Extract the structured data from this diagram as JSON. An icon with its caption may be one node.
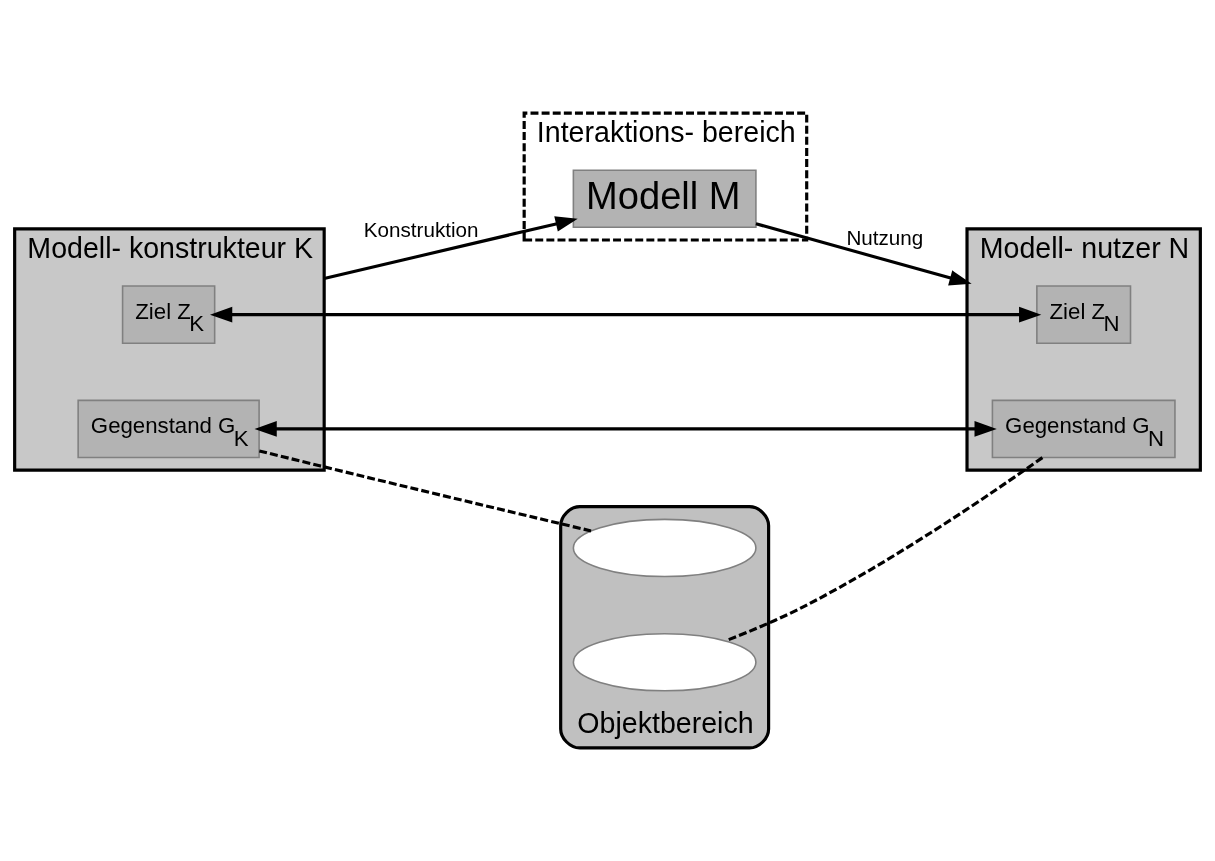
{
  "diagram": {
    "nodes": [
      {
        "text": [
          "Modell- konstrukteur K"
        ]
      },
      {
        "text": [
          "Ziel Z$_{K}$"
        ],
        "in": 0
      },
      {
        "text": [
          "Gegenstand G$_{K}$"
        ],
        "in": 0
      },
      {
        "text": [
          "Interaktions- bereich"
        ]
      },
      {
        "text": [
          "Modell M"
        ],
        "in": 3
      },
      {
        "text": [
          "Modell- nutzer N"
        ]
      },
      {
        "text": [
          "Ziel Z$_{N}$"
        ],
        "in": 5
      },
      {
        "text": [
          "Gegenstand G$_{N}$"
        ],
        "in": 5
      },
      {
        "text": [],
        "shape": "cloud",
        "beside": [
          "Objektbereich"
        ]
      },
      {
        "text": [],
        "shape": "ellipse",
        "in": 8
      },
      {
        "text": [],
        "shape": "ellipse",
        "in": 8
      }
    ],
    "edges": [
      {
        "from": 1,
        "to": 6,
        "arrow": "both"
      },
      {
        "from": 0,
        "to": 4,
        "arrow": "to",
        "label": "Konstruktion"
      },
      {
        "from": 4,
        "to": 5,
        "arrow": "to",
        "label": "Nutzung"
      },
      {
        "from": 2,
        "to": 7,
        "arrow": "both"
      },
      {
        "from": 2,
        "to": 9,
        "arrow": "none",
        "style": "dashed"
      },
      {
        "from": 7,
        "to": 10,
        "arrow": "none",
        "style": "dashed"
      }
    ]
  }
}
